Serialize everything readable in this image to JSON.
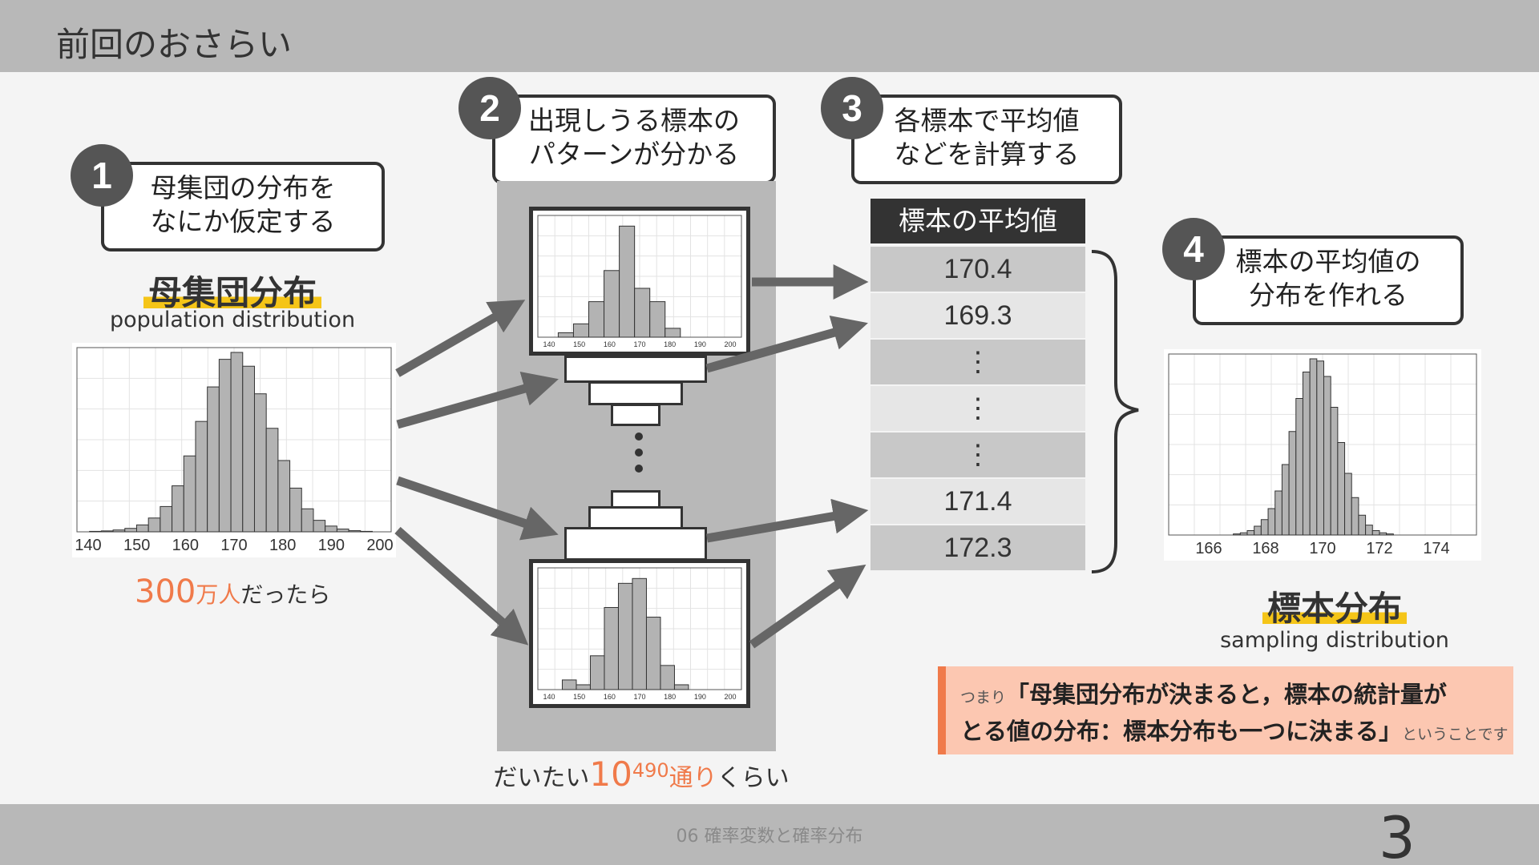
{
  "header": {
    "title": "前回のおさらい"
  },
  "footer": {
    "course": "06 確率変数と確率分布",
    "page_number": "3"
  },
  "steps": [
    {
      "number": "1",
      "line1": "母集団の分布を",
      "line2": "なにか仮定する"
    },
    {
      "number": "2",
      "line1": "出現しうる標本の",
      "line2": "パターンが分かる"
    },
    {
      "number": "3",
      "line1": "各標本で平均値",
      "line2": "などを計算する"
    },
    {
      "number": "4",
      "line1": "標本の平均値の",
      "line2": "分布を作れる"
    }
  ],
  "population": {
    "title": "母集団分布",
    "subtitle": "population distribution",
    "count_prefix": "300",
    "count_unit": "万人",
    "count_suffix": "だったら"
  },
  "patterns": {
    "prefix": "だいたい",
    "base": "10",
    "exponent": "490",
    "unit": "通り",
    "suffix": "くらい",
    "ellipsis": "⋮"
  },
  "means": {
    "header": "標本の平均値",
    "values": [
      "170.4",
      "169.3",
      "⋮",
      "⋮",
      "⋮",
      "171.4",
      "172.3"
    ]
  },
  "sampling": {
    "title": "標本分布",
    "subtitle": "sampling distribution"
  },
  "note": {
    "lead": "つまり",
    "bold1": "「母集団分布が決まると，標本の統計量が",
    "bold2": "とる値の分布：標本分布も一つに決まる」",
    "tail": "ということです"
  },
  "colors": {
    "accent": "#f07a4a",
    "highlight": "#f5c518",
    "bar": "#b3b3b3"
  },
  "chart_data": [
    {
      "type": "bar",
      "name_hint": "population histogram",
      "x": [
        140,
        142.5,
        145,
        147.5,
        150,
        152.5,
        155,
        157.5,
        160,
        162.5,
        165,
        167.5,
        170,
        172.5,
        175,
        177.5,
        180,
        182.5,
        185,
        187.5,
        190,
        192.5,
        195,
        197.5
      ],
      "values": [
        0.2,
        0.4,
        0.8,
        1.5,
        3,
        6,
        11,
        20,
        33,
        48,
        63,
        75,
        78,
        72,
        60,
        45,
        31,
        19,
        10,
        5,
        2.5,
        1.2,
        0.5,
        0.2
      ],
      "xticks": [
        "140",
        "150",
        "160",
        "170",
        "180",
        "190",
        "200"
      ],
      "xlim": [
        139,
        201
      ],
      "grid": true
    },
    {
      "type": "bar",
      "name_hint": "sample A histogram",
      "x": [
        155,
        160,
        165,
        170,
        175,
        180,
        185
      ],
      "values": [
        1,
        3,
        8,
        15,
        25,
        11,
        8,
        2
      ],
      "xticks": [
        "140",
        "150",
        "160",
        "170",
        "180",
        "190",
        "200"
      ],
      "grid": true
    },
    {
      "type": "bar",
      "name_hint": "sample B histogram",
      "x": [
        150,
        155,
        160,
        165,
        170,
        175,
        180,
        185
      ],
      "values": [
        2,
        1,
        7,
        17,
        22,
        23,
        15,
        5,
        1
      ],
      "xticks": [
        "140",
        "150",
        "160",
        "170",
        "180",
        "190",
        "200"
      ],
      "grid": true
    },
    {
      "type": "bar",
      "name_hint": "sampling distribution histogram",
      "values": [
        0.5,
        1,
        2,
        4,
        7,
        12,
        20,
        32,
        47,
        62,
        74,
        80,
        79,
        72,
        58,
        42,
        28,
        17,
        9,
        4.5,
        2,
        1,
        0.5
      ],
      "xticks": [
        "166",
        "168",
        "170",
        "172",
        "174"
      ],
      "xlim": [
        165,
        175
      ],
      "grid": true
    }
  ]
}
